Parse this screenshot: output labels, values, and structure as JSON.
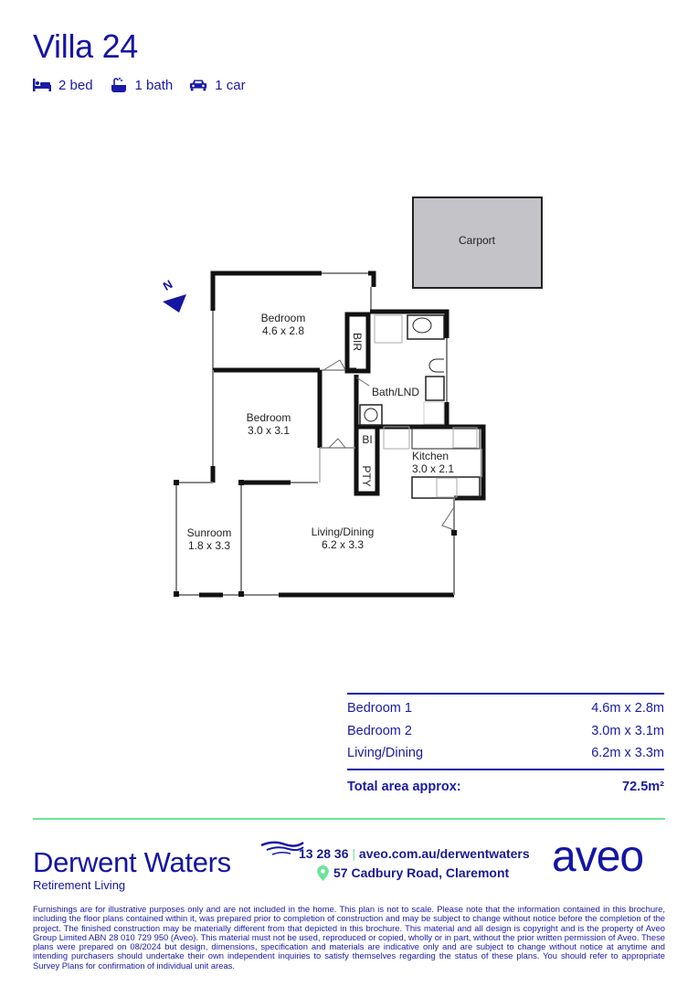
{
  "header": {
    "title": "Villa 24",
    "features": [
      {
        "icon": "bed-icon",
        "label": "2 bed"
      },
      {
        "icon": "bath-icon",
        "label": "1 bath"
      },
      {
        "icon": "car-icon",
        "label": "1 car"
      }
    ]
  },
  "floorplan": {
    "compass": "N",
    "rooms": {
      "carport": {
        "name": "Carport"
      },
      "bedroom1": {
        "name": "Bedroom",
        "dims": "4.6 x 2.8"
      },
      "bedroom2": {
        "name": "Bedroom",
        "dims": "3.0 x 3.1"
      },
      "bir": {
        "name": "BIR"
      },
      "bath": {
        "name": "Bath/LND"
      },
      "bi": {
        "name": "BI"
      },
      "pty": {
        "name": "PTY"
      },
      "kitchen": {
        "name": "Kitchen",
        "dims": "3.0 x 2.1"
      },
      "sunroom": {
        "name": "Sunroom",
        "dims": "1.8 x 3.3"
      },
      "living": {
        "name": "Living/Dining",
        "dims": "6.2 x 3.3"
      }
    }
  },
  "room_table": {
    "rows": [
      {
        "room": "Bedroom 1",
        "size": "4.6m x 2.8m"
      },
      {
        "room": "Bedroom 2",
        "size": "3.0m x 3.1m"
      },
      {
        "room": "Living/Dining",
        "size": "6.2m x 3.3m"
      }
    ],
    "total_label": "Total area approx:",
    "total_value": "72.5m²"
  },
  "footer": {
    "brand_name": "Derwent Waters",
    "brand_sub": "Retirement Living",
    "phone": "13 28 36",
    "separator": "|",
    "website": "aveo.com.au/derwentwaters",
    "address": "57 Cadbury Road, Claremont",
    "logo": "aveo",
    "disclaimer": "Furnishings are for illustrative purposes only and are not included in the home. This plan is not to scale. Please note that the information contained in this brochure, including the floor plans contained within it, was prepared prior to completion of construction and may be subject to change without notice before the completion of the project. The finished construction may be materially different from that depicted in this brochure. This material and all design is copyright and is the property of Aveo Group Limited ABN 28 010 729 950 (Aveo). This material must not be used, reproduced or copied, wholly or in part, without the prior written permission of Aveo. These plans were prepared on 08/2024 but design, dimensions, specification and materials are indicative only and are subject to change without notice at anytime and intending purchasers should undertake their own independent inquiries to satisfy themselves regarding the status of these plans. You should refer to appropriate Survey Plans for confirmation of individual unit areas."
  },
  "colors": {
    "brand_blue": "#1515a3",
    "accent_green": "#6ee39a",
    "carport_fill": "#c4c3c8"
  }
}
